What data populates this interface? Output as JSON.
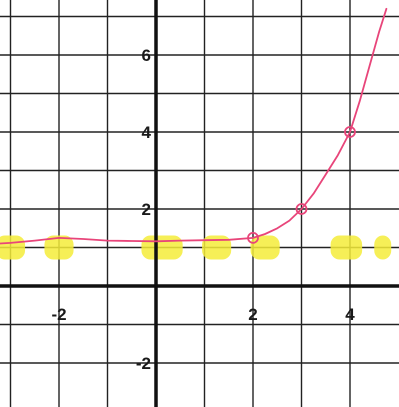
{
  "chart_data": {
    "type": "line",
    "grid": true,
    "xlim": [
      -3.3,
      4.85
    ],
    "ylim": [
      -2.8,
      7.25
    ],
    "x_tick_labels": [
      {
        "value": -2,
        "label": "-2"
      },
      {
        "value": 2,
        "label": "2"
      },
      {
        "value": 4,
        "label": "4"
      }
    ],
    "y_tick_labels": [
      {
        "value": 6,
        "label": "6"
      },
      {
        "value": 4,
        "label": "4"
      },
      {
        "value": 2,
        "label": "2"
      },
      {
        "value": -2,
        "label": "-2"
      }
    ],
    "series": [
      {
        "kind": "curve",
        "color": "#e8457a",
        "x": [
          -3.3,
          -3,
          -2.5,
          -2,
          -1.5,
          -1,
          -0.5,
          0,
          0.5,
          1,
          1.5,
          2,
          2.25,
          2.5,
          2.75,
          3,
          3.25,
          3.5,
          3.75,
          4,
          4.2,
          4.4,
          4.6,
          4.75
        ],
        "y": [
          1.1,
          1.12,
          1.18,
          1.25,
          1.22,
          1.18,
          1.17,
          1.16,
          1.18,
          1.19,
          1.2,
          1.25,
          1.35,
          1.5,
          1.7,
          2.0,
          2.4,
          2.9,
          3.4,
          4.0,
          4.8,
          5.7,
          6.6,
          7.2
        ]
      }
    ],
    "points": [
      {
        "x": 2,
        "y": 1.25,
        "color": "#e8457a",
        "style": "open"
      },
      {
        "x": 3,
        "y": 2,
        "color": "#e8457a",
        "style": "open"
      },
      {
        "x": 4,
        "y": 4,
        "color": "#e8457a",
        "style": "open"
      }
    ],
    "asymptote": {
      "y": 1,
      "color": "#f5ec3a",
      "style": "dashed",
      "dash_x_ranges": [
        [
          -3.3,
          -2.7
        ],
        [
          -2.3,
          -1.7
        ],
        [
          -0.3,
          0.55
        ],
        [
          0.95,
          1.55
        ],
        [
          1.95,
          2.55
        ],
        [
          3.6,
          4.25
        ],
        [
          4.5,
          4.85
        ]
      ]
    }
  }
}
